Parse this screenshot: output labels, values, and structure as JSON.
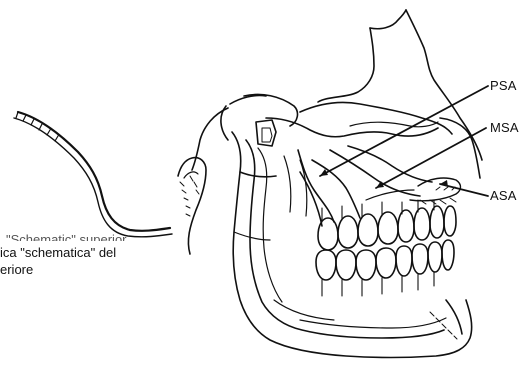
{
  "labels": {
    "psa": "PSA",
    "msa": "MSA",
    "asa": "ASA"
  },
  "caption": {
    "overlay": "\"Schematic\" superior",
    "line1": "ica \"schematica\" del",
    "line2": "eriore"
  },
  "colors": {
    "ink": "#111111",
    "background": "#ffffff"
  }
}
